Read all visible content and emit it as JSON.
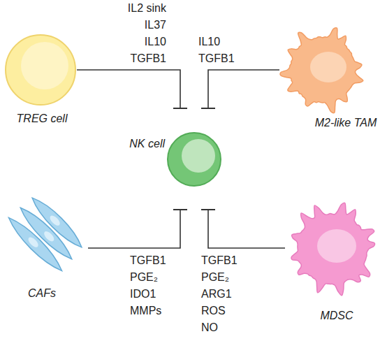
{
  "diagram": {
    "nodes": [
      {
        "text": [
          "TREG cell"
        ]
      },
      {
        "text": [
          "M2-like TAM"
        ]
      },
      {
        "text": [
          "NK cell"
        ]
      },
      {
        "text": [
          "CAFs"
        ]
      },
      {
        "text": [
          "MDSC"
        ]
      }
    ],
    "edges": [
      {
        "from": 0,
        "to": 2,
        "arrow": "to"
      },
      {
        "from": 1,
        "to": 2,
        "arrow": "to"
      },
      {
        "from": 3,
        "to": 2,
        "arrow": "to"
      },
      {
        "from": 4,
        "to": 2,
        "arrow": "to"
      }
    ],
    "labels": [
      "IL2 sink",
      "IL37",
      "IL10",
      "TGFB1",
      "IL10",
      "TGFB1",
      "TGFB1",
      "PGE₂",
      "IDO1",
      "MMPs",
      "TGFB1",
      "PGE₂",
      "ARG1",
      "ROS",
      "NO"
    ]
  }
}
